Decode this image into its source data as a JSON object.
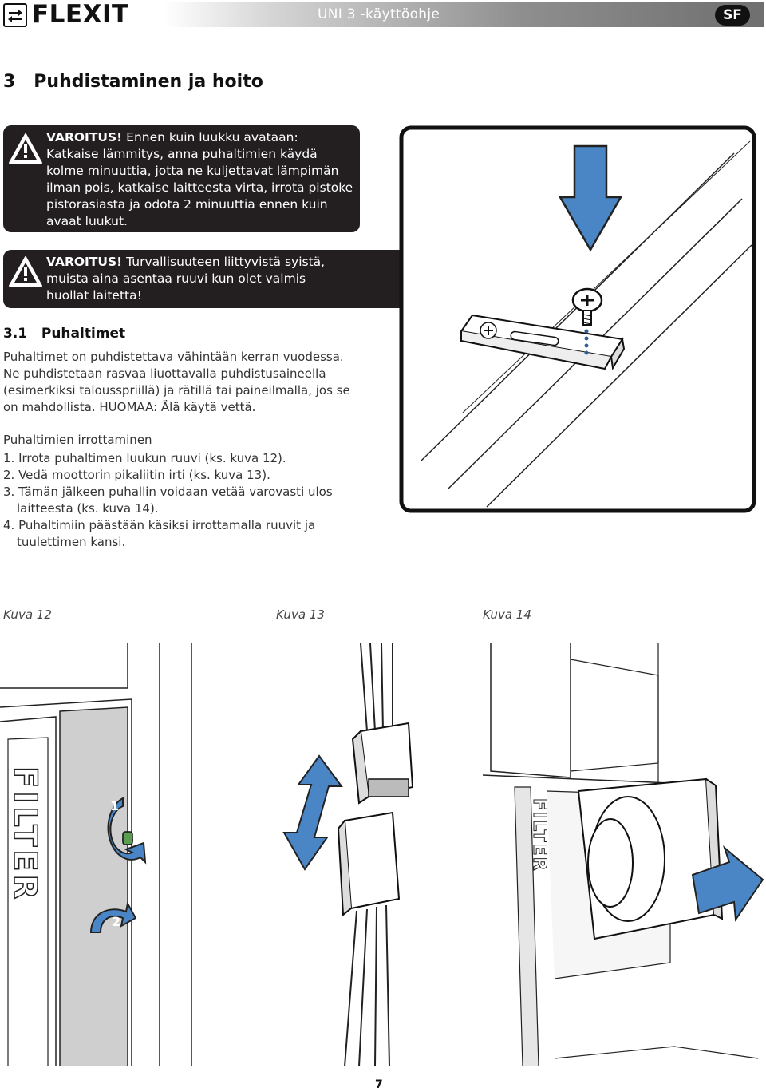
{
  "header": {
    "brand": "FLEXIT",
    "doc_title": "UNI 3 -käyttöohje",
    "lang_badge": "SF"
  },
  "section": {
    "title": "3   Puhdistaminen ja hoito"
  },
  "warning1": {
    "label": "VAROITUS!",
    "text": " Ennen kuin luukku avataan: Katkaise lämmitys, anna puhaltimien käydä kolme minuuttia, jotta ne kuljettavat lämpimän ilman pois, katkaise laitteesta virta, irrota pistoke pistorasiasta ja odota 2 minuuttia ennen kuin avaat luukut."
  },
  "warning2": {
    "label": "VAROITUS!",
    "text": " Turvallisuuteen liittyvistä syistä, muista aina asentaa ruuvi kun olet valmis huollat laitetta!"
  },
  "subsection": {
    "title": "3.1   Puhaltimet",
    "intro": "Puhaltimet on puhdistettava vähintään kerran vuodessa. Ne puhdistetaan rasvaa liuottavalla puhdistusaineella (esimerkiksi talousspriillä) ja rätillä tai paineilmalla, jos se on mahdollista. HUOMAA: Älä käytä vettä.",
    "removal_heading": "Puhaltimien irrottaminen",
    "steps": [
      "1. Irrota puhaltimen luukun ruuvi (ks. kuva 12).",
      "2. Vedä moottorin pikaliitin irti (ks. kuva 13).",
      "3. Tämän jälkeen puhallin voidaan vetää varovasti ulos",
      "laitteesta (ks. kuva 14).",
      "4. Puhaltimiin päästään käsiksi irrottamalla ruuvit ja",
      "tuulettimen kansi."
    ]
  },
  "figures": {
    "cap12": "Kuva 12",
    "cap13": "Kuva 13",
    "cap14": "Kuva 14",
    "filter_text": "FILTER",
    "step_num_1": "1",
    "step_num_2": "2"
  },
  "page_number": "7",
  "colors": {
    "warning_bg": "#231f20",
    "arrow_blue": "#4a86c5",
    "arrow_blue_dark": "#2a5f98"
  },
  "icons": [
    "swap-arrows-icon",
    "warning-triangle-icon",
    "down-arrow-icon",
    "screw-icon",
    "rotate-arrow-icon",
    "double-arrow-icon",
    "right-arrow-icon"
  ]
}
